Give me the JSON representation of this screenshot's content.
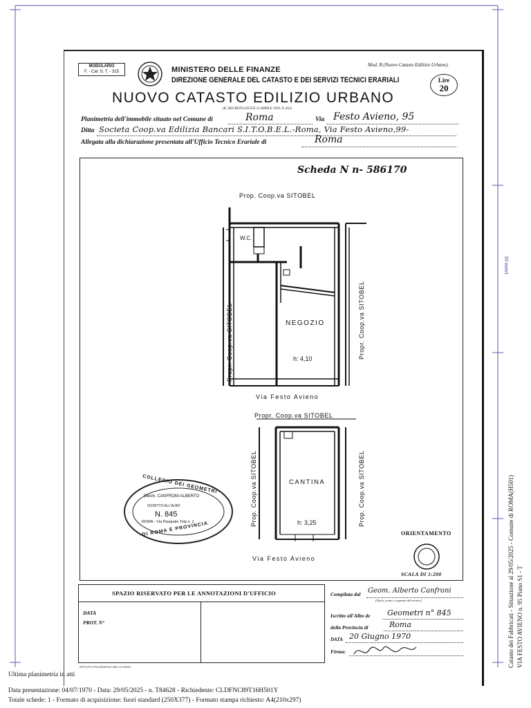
{
  "form": {
    "modulario": "MODULARIO",
    "modulario_code": "F. - Cat. S. T. - 315",
    "ministry": "MINISTERO DELLE FINANZE",
    "direction": "DIREZIONE GENERALE DEL CATASTO E DEI SERVIZI TECNICI ERARIALI",
    "title": "NUOVO CATASTO EDILIZIO URBANO",
    "decree": "(R. DECRETO-LEGGE 13 APRILE 1939, N. 652)",
    "mod_b": "Mod. B (Nuovo Catasto Edilizio Urbano)",
    "stamp_lire": "Lire",
    "stamp_value": "20",
    "planimetria_label": "Planimetria dell'immobile situato nel Comune di",
    "comune_value": "Roma",
    "via_label": "Via",
    "via_value": "Festo Avieno, 95",
    "ditta_label": "Ditta",
    "ditta_value": "Societa Coop.va Edilizia Bancari S.I.T.O.B.E.L.-Roma, Via Festo Avieno,99-",
    "allegata_label": "Allegata alla dichiarazione presentata all'Ufficio Tecnico Erariale di",
    "allegata_value": "Roma"
  },
  "plan": {
    "scheda": "Scheda N n- 586170",
    "prop_top": "Prop. Coop.va SITOBEL",
    "wc": "W.C.",
    "prop_left": "Propr. Coop.va SITOBEL",
    "prop_right": "Propr. Coop.va SITOBEL",
    "negozio": "NEGOZIO",
    "h_negozio": "h: 4,10",
    "via_1": "Via Festo Avieno",
    "prop_cantina_top": "Propr. Coop.va SITOBEL",
    "prop_cantina_left": "Prop. Coop.va SITOBEL",
    "prop_cantina_right": "Prop. Coop.va SITOBEL",
    "cantina": "CANTINA",
    "h_cantina": "h: 3,25",
    "via_2": "Via Festo Avieno",
    "orientamento": "ORIENTAMENTO",
    "scala": "SCALA DI 1:200",
    "seal_line1": "COLLEGIO DEI GEOMETRI",
    "seal_line2": "Geom. CANFRONI ALBERTO",
    "seal_line3": "ISCRITTO ALL'ALBO",
    "seal_line4": "N. 845",
    "seal_line5": "ROMA - Via Pasquale Tola n. 1",
    "seal_line6": "DI ROMA E PROVINCIA"
  },
  "office": {
    "reserved_title": "SPAZIO RISERVATO PER LE ANNOTAZIONI D'UFFICIO",
    "data_label": "DATA",
    "prot_label": "PROT. N°",
    "printer": "ISTITUTO POLIGRAFICO DELLO STATO",
    "compilata_label": "Compilata dal",
    "compilata_value": "Geom. Alberto Canfroni",
    "compilata_note": "(Titolo, nome e cognome del tecnico)",
    "iscritto_label": "Iscritto all'Albo de",
    "iscritto_value": "Geometri n° 845",
    "provincia_label": "della Provincia di",
    "provincia_value": "Roma",
    "data_label2": "DATA",
    "data_value": "20 Giugno 1970",
    "firma_label": "Firma:"
  },
  "margin": {
    "scale_label": "10 metri",
    "side_line1": "Catasto dei Fabbricati - Situazione al 29/05/2025 - Comune di ROMA(H501)",
    "side_line2": "VIA FESTO AVIENO n. 95 Piano S1 - T"
  },
  "footer": {
    "line1": "Ultima planimetria in atti",
    "line2": "Data presentazione: 04/07/1970 - Data: 29/05/2025 - n. T84628 - Richiedente: CLDFNC89T16H501Y",
    "line3": "Totale schede: 1 - Formato di acquisizione: fuori standard (250X377) - Formato stampa richiesto: A4(210x297)"
  }
}
